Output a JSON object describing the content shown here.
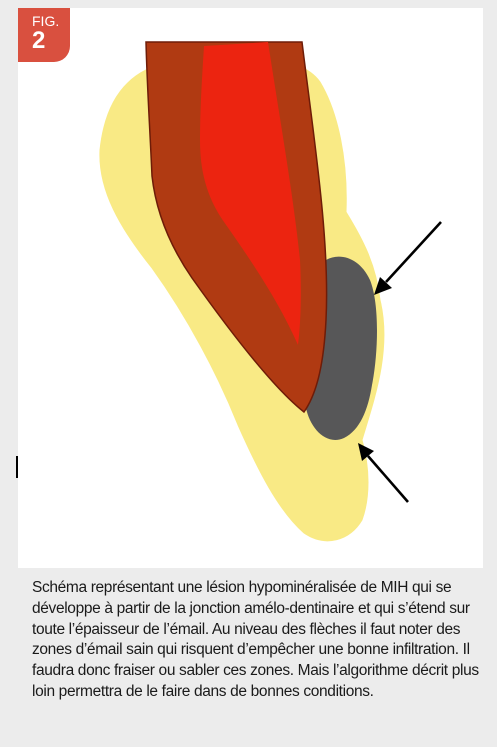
{
  "figure": {
    "label": "FIG.",
    "number": "2"
  },
  "colors": {
    "enamel": "#f9ea85",
    "dentin": "#b03a12",
    "pulp": "#ec2410",
    "lesion": "#575758",
    "badge": "#d9503f"
  },
  "icons": [
    "arrow-upper",
    "arrow-lower"
  ],
  "caption": "Schéma représentant une lésion hypominéralisée de MIH qui se développe à partir de la jonction amélo-dentinaire et qui s’étend sur toute l’épaisseur de l’émail. Au niveau des flèches il faut noter des zones d’émail sain qui risquent d’empêcher une bonne infiltration. Il faudra donc fraiser ou sabler ces zones. Mais l’algorithme décrit plus loin permettra de le faire dans de bonnes conditions."
}
